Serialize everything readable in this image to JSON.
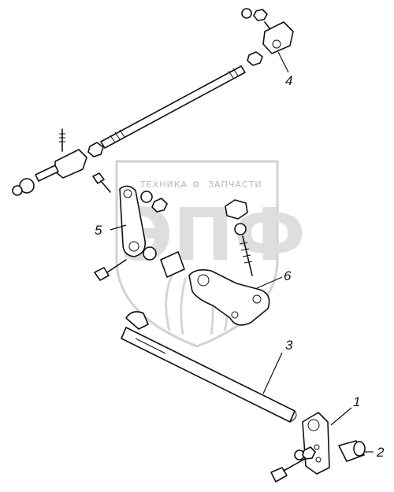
{
  "watermark": {
    "brand_left": "ТЕХНИКА",
    "brand_right": "ЗАПЧАСТИ",
    "letters": "ЭПФ"
  },
  "callouts": [
    {
      "id": "c1",
      "label": "1"
    },
    {
      "id": "c2",
      "label": "2"
    },
    {
      "id": "c3",
      "label": "3"
    },
    {
      "id": "c4",
      "label": "4"
    },
    {
      "id": "c5",
      "label": "5"
    },
    {
      "id": "c6",
      "label": "6"
    }
  ]
}
